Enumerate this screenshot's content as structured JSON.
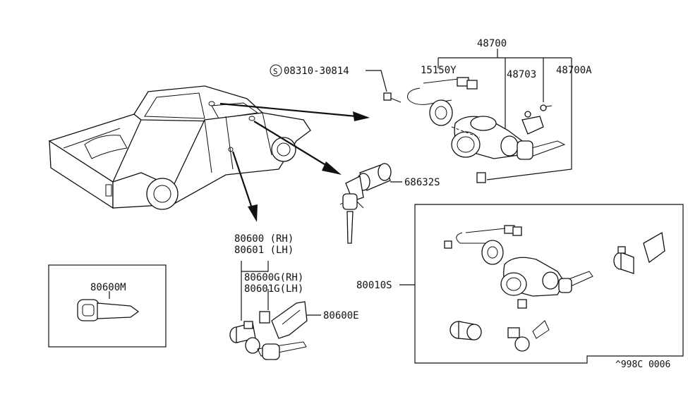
{
  "labels": {
    "p48700": "48700",
    "p15150y": "15150Y",
    "p48703": "48703",
    "p48700a": "48700A",
    "bolt_symbol": "S",
    "p08310": "08310-30814",
    "p68632s": "68632S",
    "p80600_rh": "80600 (RH)",
    "p80601_lh": "80601 (LH)",
    "p80600g_rh": "80600G(RH)",
    "p80601g_lh": "80601G(LH)",
    "p80600e": "80600E",
    "p80600m": "80600M",
    "p80010s": "80010S",
    "diagram_code": "^998C 0006"
  }
}
